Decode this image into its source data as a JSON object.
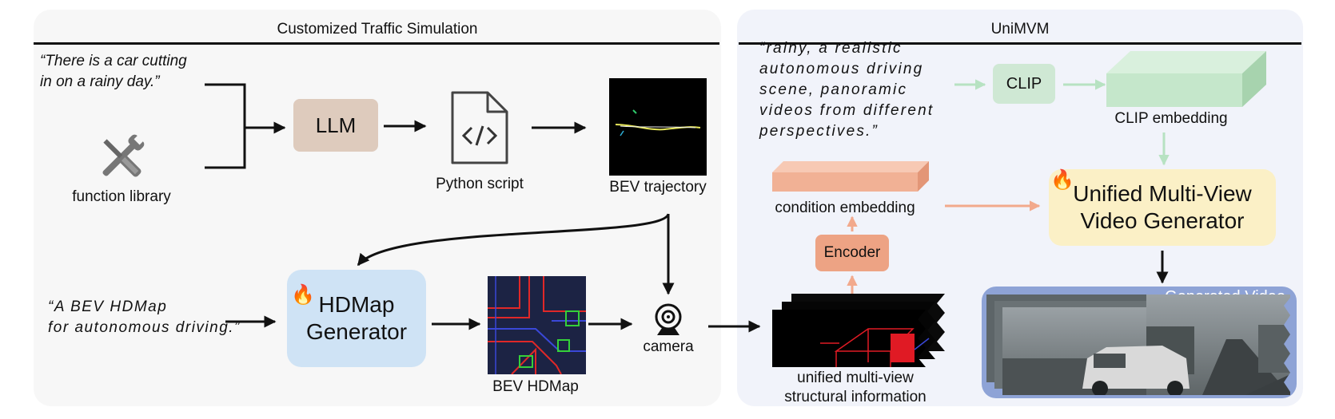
{
  "left_panel": {
    "title": "Customized Traffic Simulation",
    "quote_top": [
      "“There is a car cutting",
      "in on a rainy day.”"
    ],
    "function_library_label": "function library",
    "llm_label": "LLM",
    "python_script_label": "Python script",
    "bev_trajectory_label": "BEV trajectory",
    "quote_bottom": [
      "“A BEV HDMap",
      "for autonomous driving.”"
    ],
    "hdmap_generator_label": [
      "HDMap",
      "Generator"
    ],
    "bev_hdmap_label": "BEV HDMap",
    "camera_label": "camera"
  },
  "right_panel": {
    "title": "UniMVM",
    "prompt": [
      "“rainy, a realistic",
      "autonomous driving",
      "scene, panoramic",
      "videos from different",
      "perspectives.”"
    ],
    "clip_label": "CLIP",
    "clip_embedding_label": "CLIP embedding",
    "condition_embedding_label": "condition embedding",
    "encoder_label": "Encoder",
    "unified_generator_label": [
      "Unified Multi-View",
      "Video Generator"
    ],
    "structural_info_label": [
      "unified multi-view",
      "structural information"
    ],
    "generated_video_label": "Generated Video"
  },
  "colors": {
    "llm_box": "#decbbd",
    "hdmap_box": "#cfe3f5",
    "clip_box": "#cfe8d4",
    "encoder_box": "#eda384",
    "unified_box": "#fbf0c6",
    "clip_arrow": "#b7e2c2",
    "cond_arrow": "#f2a98c",
    "generated_frame": "#8ea3d6"
  },
  "icons": {
    "tools": "wrench-screwdriver-icon",
    "code_file": "code-file-icon",
    "camera": "webcam-icon",
    "trainable": "flame-icon"
  }
}
